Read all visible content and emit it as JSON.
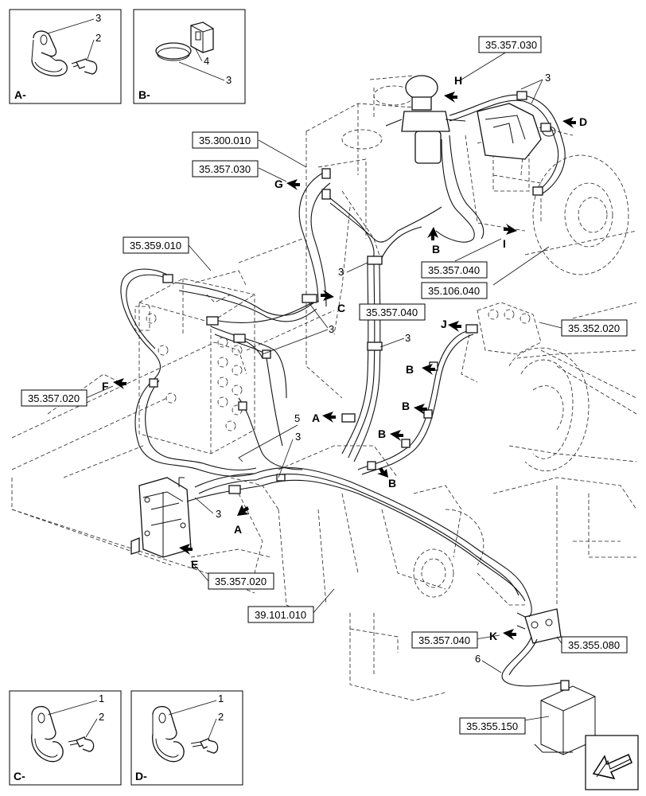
{
  "references": {
    "r_357_030_top": "35.357.030",
    "r_300_010": "35.300.010",
    "r_357_030_mid": "35.357.030",
    "r_359_010": "35.359.010",
    "r_357_040_a": "35.357.040",
    "r_106_040": "35.106.040",
    "r_357_040_b": "35.357.040",
    "r_352_020": "35.352.020",
    "r_357_020_f": "35.357.020",
    "r_357_020_e": "35.357.020",
    "r_101_010": "39.101.010",
    "r_357_040_k": "35.357.040",
    "r_355_080": "35.355.080",
    "r_355_150": "35.355.150"
  },
  "views": {
    "a": "A-",
    "b": "B-",
    "c": "C-",
    "d": "D-"
  },
  "callouts": {
    "n1": "1",
    "n2": "2",
    "n3": "3",
    "n4": "4",
    "n5": "5",
    "n6": "6"
  },
  "arrow_letters": {
    "a": "A",
    "b": "B",
    "c": "C",
    "d": "D",
    "e": "E",
    "f": "F",
    "g": "G",
    "h": "H",
    "i": "I",
    "j": "J",
    "k": "K"
  }
}
